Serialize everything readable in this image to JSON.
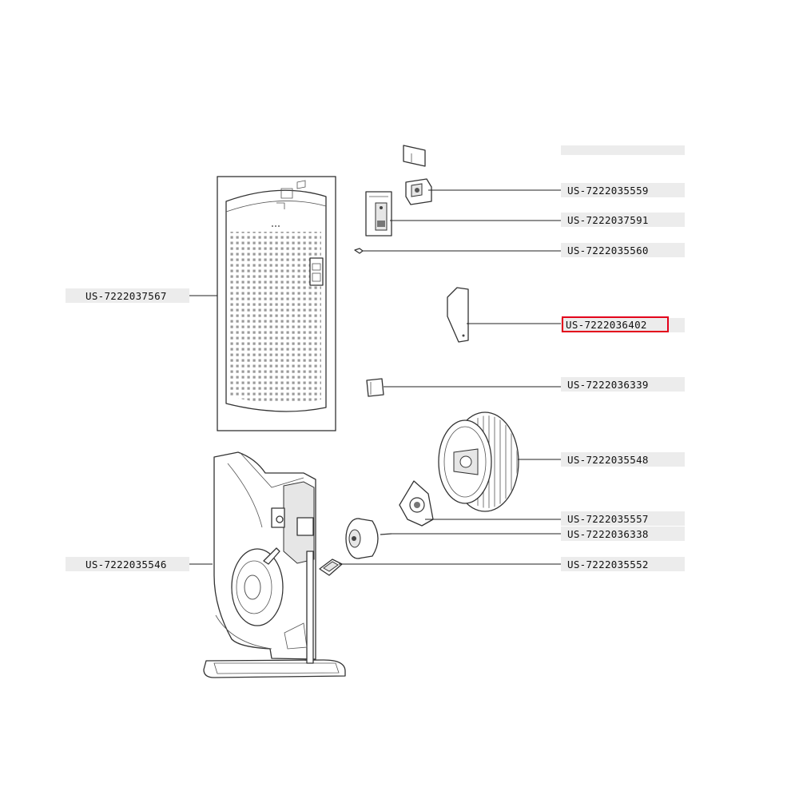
{
  "diagram": {
    "part_labels": [
      {
        "id": "label_hidden_top",
        "text": ""
      },
      {
        "id": "label_5559",
        "text": "US-7222035559"
      },
      {
        "id": "label_7591",
        "text": "US-7222037591"
      },
      {
        "id": "label_5560",
        "text": "US-7222035560"
      },
      {
        "id": "label_7567",
        "text": "US-7222037567"
      },
      {
        "id": "label_6402",
        "text": "US-7222036402",
        "selected": true
      },
      {
        "id": "label_6339",
        "text": "US-7222036339"
      },
      {
        "id": "label_5548",
        "text": "US-7222035548"
      },
      {
        "id": "label_5557",
        "text": "US-7222035557"
      },
      {
        "id": "label_6338",
        "text": "US-7222036338"
      },
      {
        "id": "label_5546",
        "text": "US-7222035546"
      },
      {
        "id": "label_5552",
        "text": "US-7222035552"
      }
    ],
    "colors": {
      "label_background": "#ececec",
      "selection_highlight": "#e3001b",
      "line": "#222222"
    }
  }
}
